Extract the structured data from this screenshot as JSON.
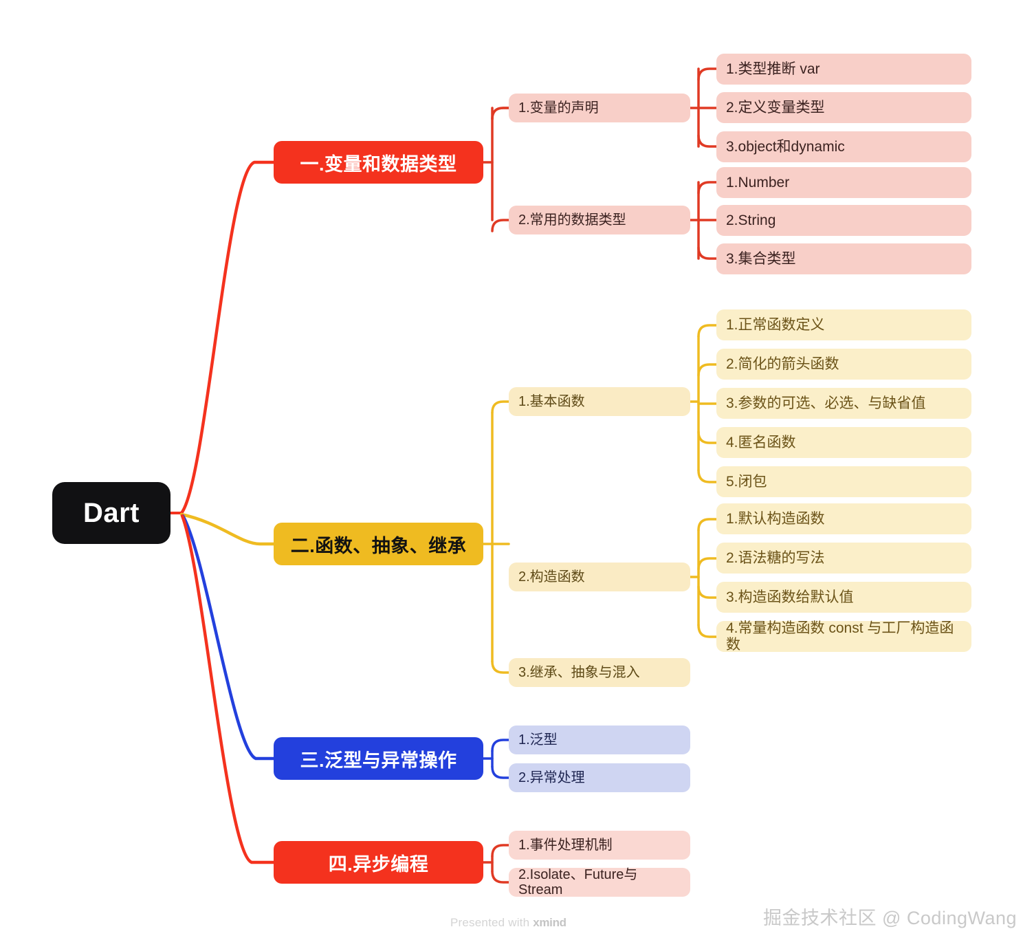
{
  "root": {
    "label": "Dart"
  },
  "colors": {
    "red": "#F4321E",
    "yellow": "#EFBB21",
    "blue": "#2340DD",
    "red_light": "#F8CFC8",
    "yellow_light": "#FBEFC9",
    "blue_light": "#CFD5F2",
    "root_bg": "#111113",
    "background": "#FFFFFF"
  },
  "branches": [
    {
      "id": "branch-variables",
      "label": "一.变量和数据类型",
      "color": "red",
      "children": [
        {
          "label": "1.变量的声明",
          "children": [
            {
              "label": "1.类型推断 var"
            },
            {
              "label": "2.定义变量类型"
            },
            {
              "label": "3.object和dynamic"
            }
          ]
        },
        {
          "label": "2.常用的数据类型",
          "children": [
            {
              "label": "1.Number"
            },
            {
              "label": "2.String"
            },
            {
              "label": "3.集合类型"
            }
          ]
        }
      ]
    },
    {
      "id": "branch-functions",
      "label": "二.函数、抽象、继承",
      "color": "yellow",
      "children": [
        {
          "label": "1.基本函数",
          "children": [
            {
              "label": "1.正常函数定义"
            },
            {
              "label": "2.简化的箭头函数"
            },
            {
              "label": "3.参数的可选、必选、与缺省值"
            },
            {
              "label": "4.匿名函数"
            },
            {
              "label": "5.闭包"
            }
          ]
        },
        {
          "label": "2.构造函数",
          "children": [
            {
              "label": "1.默认构造函数"
            },
            {
              "label": "2.语法糖的写法"
            },
            {
              "label": "3.构造函数给默认值"
            },
            {
              "label": "4.常量构造函数 const 与工厂构造函数"
            }
          ]
        },
        {
          "label": "3.继承、抽象与混入",
          "children": []
        }
      ]
    },
    {
      "id": "branch-generics",
      "label": "三.泛型与异常操作",
      "color": "blue",
      "children": [
        {
          "label": "1.泛型",
          "children": []
        },
        {
          "label": "2.异常处理",
          "children": []
        }
      ]
    },
    {
      "id": "branch-async",
      "label": "四.异步编程",
      "color": "red",
      "children": [
        {
          "label": "1.事件处理机制",
          "children": []
        },
        {
          "label": "2.Isolate、Future与Stream",
          "children": []
        }
      ]
    }
  ],
  "footer": {
    "presented_prefix": "Presented with ",
    "presented_brand": "xmind",
    "watermark": "掘金技术社区 @ CodingWang"
  }
}
